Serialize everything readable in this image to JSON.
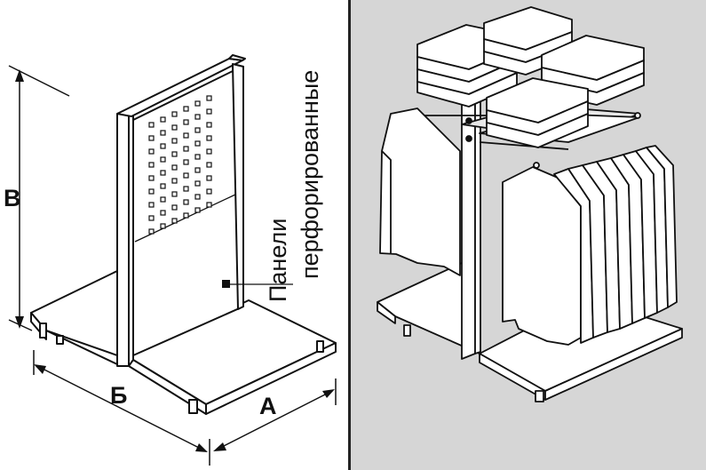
{
  "dimensions": {
    "a_label": "А",
    "b_label": "Б",
    "v_label": "В"
  },
  "callout": {
    "line1": "Панели",
    "line2": "перфорированные"
  },
  "colors": {
    "left_bg": "#ffffff",
    "right_bg": "#d6d6d6",
    "stroke": "#111111",
    "divider": "#222222"
  }
}
